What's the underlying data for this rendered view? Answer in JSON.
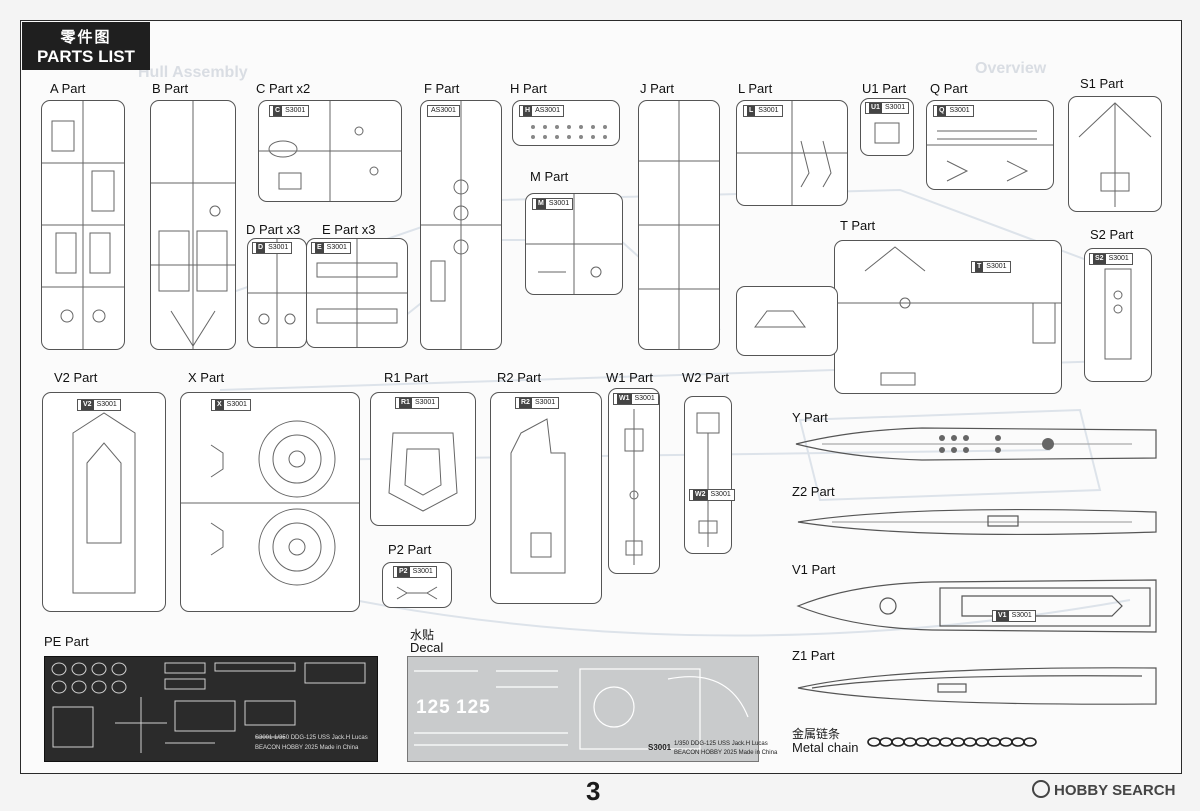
{
  "header": {
    "title_cn": "零件图",
    "title_en": "PARTS LIST"
  },
  "background_ghost_text": {
    "assembly": "Hull Assembly",
    "overview": "Overview"
  },
  "parts": {
    "a": "A Part",
    "b": "B Part",
    "c": "C Part  x2",
    "d": "D Part  x3",
    "e": "E Part  x3",
    "f": "F Part",
    "h": "H Part",
    "m": "M Part",
    "j": "J Part",
    "l": "L Part",
    "u1": "U1 Part",
    "q": "Q Part",
    "s1": "S1 Part",
    "s2": "S2 Part",
    "t": "T Part",
    "v2": "V2 Part",
    "x": "X Part",
    "r1": "R1 Part",
    "r2": "R2 Part",
    "w1": "W1 Part",
    "w2": "W2 Part",
    "p2": "P2 Part",
    "y": "Y Part",
    "z2": "Z2 Part",
    "v1": "V1 Part",
    "z1": "Z1 Part",
    "pe": "PE Part"
  },
  "tags": {
    "c": "C",
    "d": "D",
    "e": "E",
    "h": "H",
    "m": "M",
    "l": "L",
    "u1": "U1",
    "q": "Q",
    "t": "T",
    "s2": "S2",
    "v2": "V2",
    "x": "X",
    "r1": "R1",
    "r2": "R2",
    "w1": "W1",
    "w2": "W2",
    "p2": "P2",
    "v1": "V1",
    "code": "S3001",
    "code_h": "AS3001",
    "code_f": "AS3001"
  },
  "decal": {
    "label_cn": "水贴",
    "label_en": "Decal",
    "hull_number_1": "125",
    "hull_number_2": "125",
    "code": "S3001",
    "caption_1": "1/350 DDG-125 USS Jack.H Lucas",
    "caption_2": "BEACON HOBBY 2025    Made in China"
  },
  "pe": {
    "caption_1": "S3001 1/350 DDG-125 USS Jack.H Lucas",
    "caption_2": "BEACON HOBBY 2025 Made in China"
  },
  "metal_chain": {
    "label_cn": "金属链条",
    "label_en": "Metal chain"
  },
  "page_number": "3",
  "watermark": "HOBBY SEARCH"
}
